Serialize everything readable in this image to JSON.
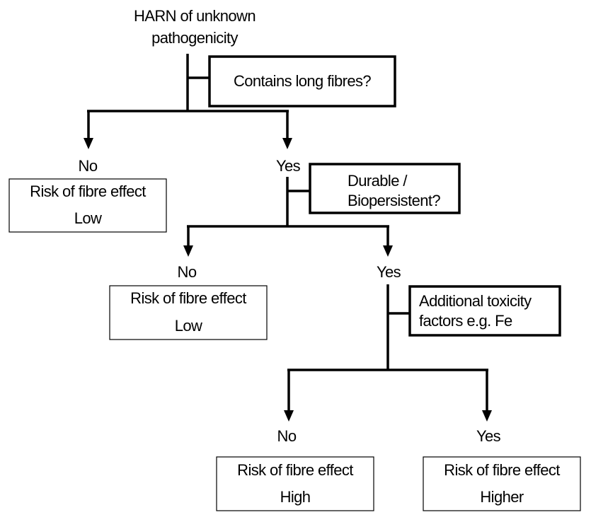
{
  "root": {
    "line1": "HARN of unknown",
    "line2": "pathogenicity"
  },
  "q1": {
    "text": "Contains long fibres?"
  },
  "q2": {
    "line1": "Durable /",
    "line2": "Biopersistent?"
  },
  "q3": {
    "line1": "Additional toxicity",
    "line2": "factors e.g. Fe"
  },
  "branches": {
    "b1_no": "No",
    "b1_yes": "Yes",
    "b2_no": "No",
    "b2_yes": "Yes",
    "b3_no": "No",
    "b3_yes": "Yes"
  },
  "results": {
    "r1": {
      "line1": "Risk of fibre effect",
      "line2": "Low"
    },
    "r2": {
      "line1": "Risk of fibre effect",
      "line2": "Low"
    },
    "r3": {
      "line1": "Risk of fibre effect",
      "line2": "High"
    },
    "r4": {
      "line1": "Risk of fibre effect",
      "line2": "Higher"
    }
  }
}
